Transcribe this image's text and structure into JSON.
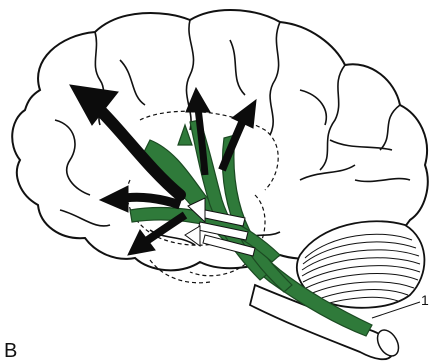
{
  "panel_label": "B",
  "callout_label": "1",
  "colors": {
    "pathway": "#2f7a3a",
    "outline": "#111111",
    "arrow": "#0c0c0c",
    "background": "#ffffff"
  },
  "icons": [
    "brain-outline",
    "cerebellum-lines",
    "brainstem",
    "projection-arrows",
    "green-pathway-bundle"
  ]
}
